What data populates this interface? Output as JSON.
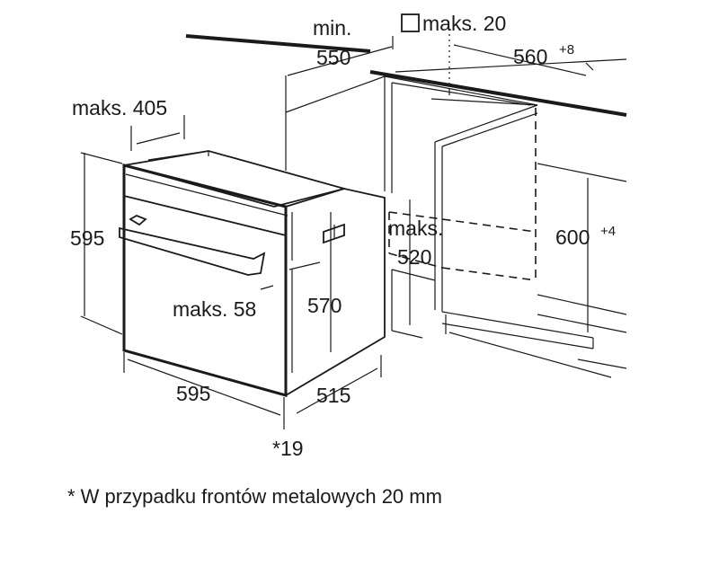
{
  "dimensions": {
    "min_label": "min.",
    "min_value": "550",
    "maks_20": "maks. 20",
    "cabinet_width": "560",
    "cabinet_width_tol": "+8",
    "maks_405": "maks. 405",
    "oven_height": "595",
    "niche_height": "600",
    "niche_height_tol": "+4",
    "maks_label": "maks.",
    "maks_520_value": "520",
    "maks_58": "maks. 58",
    "body_height": "570",
    "oven_width": "595",
    "oven_depth": "515",
    "front_note": "*19"
  },
  "footnote": "* W przypadku frontów metalowych 20 mm"
}
